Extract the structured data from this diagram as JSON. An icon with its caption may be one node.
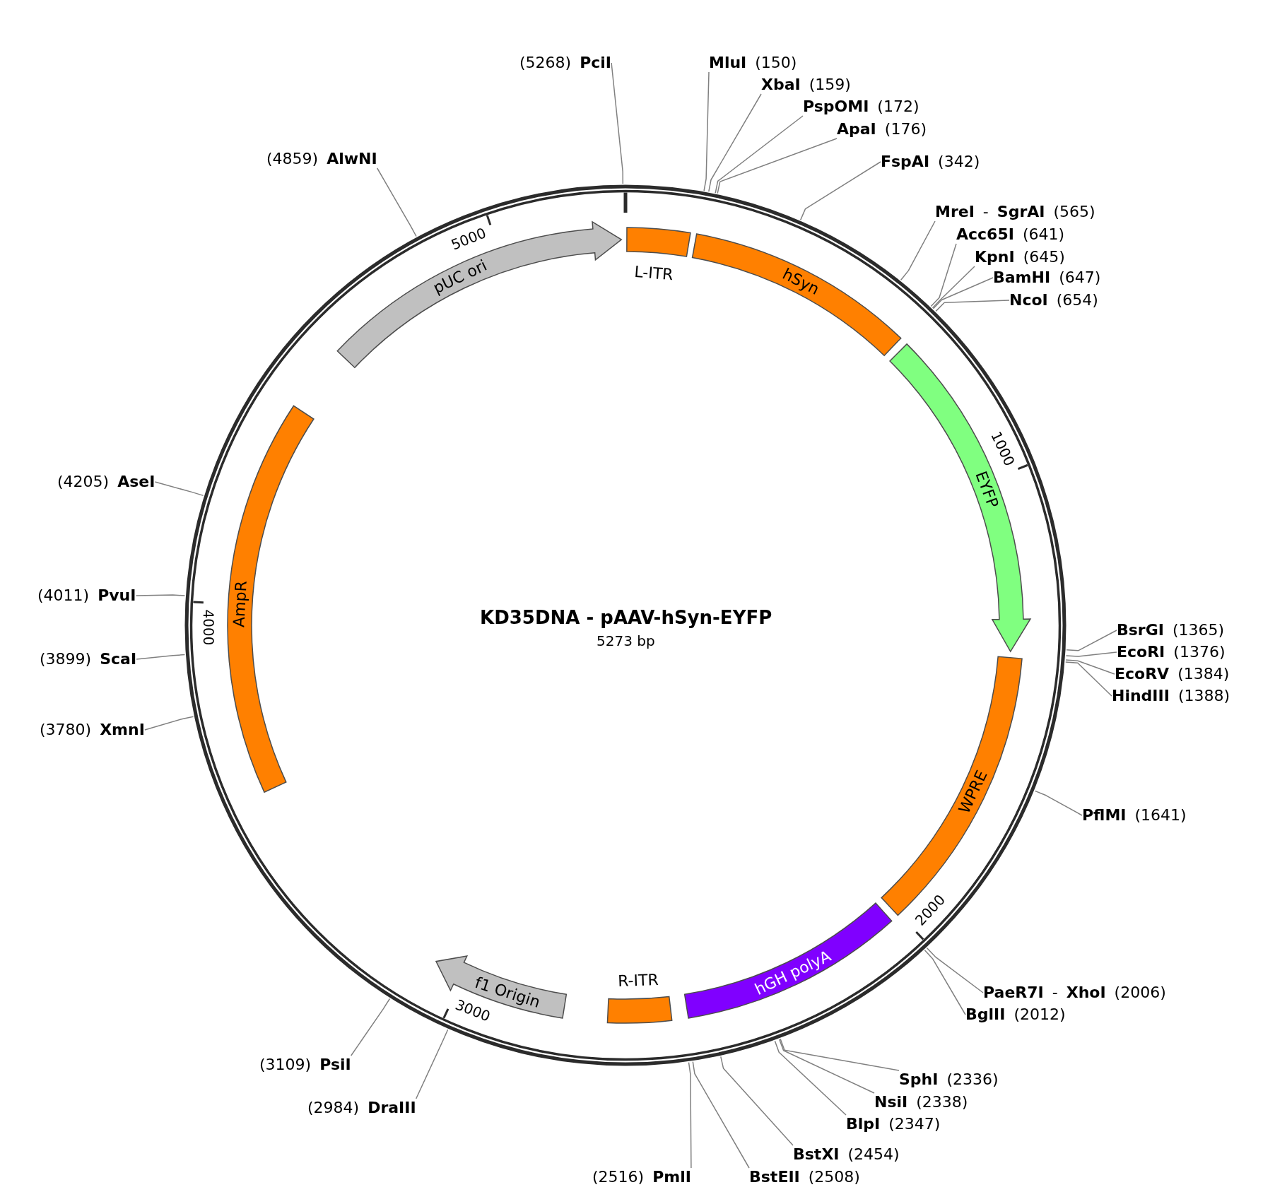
{
  "diagram": {
    "title": "KD35DNA - pAAV-hSyn-EYFP",
    "nodes": [
      {
        "text": [
          "L-ITR"
        ]
      },
      {
        "text": [
          "hSyn"
        ]
      },
      {
        "text": [
          "EYFP"
        ]
      },
      {
        "text": [
          "WPRE"
        ]
      },
      {
        "text": [
          "hGH polyA"
        ]
      },
      {
        "text": [
          "R-ITR"
        ]
      },
      {
        "text": [
          "f1 Origin"
        ]
      },
      {
        "text": [
          "AmpR"
        ]
      },
      {
        "text": [
          "pUC ori"
        ]
      },
      {
        "text": [
          "(5268) **PciI**"
        ]
      },
      {
        "text": [
          "**MluI** (150)"
        ]
      },
      {
        "text": [
          "**XbaI** (159)"
        ]
      },
      {
        "text": [
          "**PspOMI** (172)"
        ]
      },
      {
        "text": [
          "**ApaI** (176)"
        ]
      },
      {
        "text": [
          "**FspAI** (342)"
        ]
      },
      {
        "text": [
          "**MreI** - **SgrAI** (565)"
        ]
      },
      {
        "text": [
          "**Acc65I** (641)"
        ]
      },
      {
        "text": [
          "**KpnI** (645)"
        ]
      },
      {
        "text": [
          "**BamHI** (647)"
        ]
      },
      {
        "text": [
          "**NcoI** (654)"
        ]
      },
      {
        "text": [
          "**BsrGI** (1365)"
        ]
      },
      {
        "text": [
          "**EcoRI** (1376)"
        ]
      },
      {
        "text": [
          "**EcoRV** (1384)"
        ]
      },
      {
        "text": [
          "**HindIII** (1388)"
        ]
      },
      {
        "text": [
          "**PflMI** (1641)"
        ]
      },
      {
        "text": [
          "**PaeR7I** - **XhoI** (2006)"
        ]
      },
      {
        "text": [
          "**BglII** (2012)"
        ]
      },
      {
        "text": [
          "**SphI** (2336)"
        ]
      },
      {
        "text": [
          "**NsiI** (2338)"
        ]
      },
      {
        "text": [
          "**BlpI** (2347)"
        ]
      },
      {
        "text": [
          "**BstXI** (2454)"
        ]
      },
      {
        "text": [
          "**BstEII** (2508)"
        ]
      },
      {
        "text": [
          "(2516) **PmlI**"
        ]
      },
      {
        "text": [
          "(2984) **DraIII**"
        ]
      },
      {
        "text": [
          "(3109) **PsiI**"
        ]
      },
      {
        "text": [
          "(3780) **XmnI**"
        ]
      },
      {
        "text": [
          "(3899) **ScaI**"
        ]
      },
      {
        "text": [
          "(4011) **PvuI**"
        ]
      },
      {
        "text": [
          "(4205) **AseI**"
        ]
      },
      {
        "text": [
          "(4859) **AlwNI**"
        ]
      }
    ],
    "edges": [
      {
        "from": 9,
        "to": null,
        "arrow": "none"
      },
      {
        "from": 10,
        "to": null,
        "arrow": "none"
      },
      {
        "from": 11,
        "to": null,
        "arrow": "none"
      },
      {
        "from": 12,
        "to": null,
        "arrow": "none"
      },
      {
        "from": 13,
        "to": null,
        "arrow": "none"
      },
      {
        "from": 14,
        "to": null,
        "arrow": "none"
      },
      {
        "from": 15,
        "to": null,
        "arrow": "none"
      },
      {
        "from": 16,
        "to": null,
        "arrow": "none"
      },
      {
        "from": 17,
        "to": null,
        "arrow": "none"
      },
      {
        "from": 18,
        "to": null,
        "arrow": "none"
      },
      {
        "from": 19,
        "to": null,
        "arrow": "none"
      },
      {
        "from": 20,
        "to": null,
        "arrow": "none"
      },
      {
        "from": 21,
        "to": null,
        "arrow": "none"
      },
      {
        "from": 22,
        "to": null,
        "arrow": "none"
      },
      {
        "from": 23,
        "to": null,
        "arrow": "none"
      },
      {
        "from": 24,
        "to": null,
        "arrow": "none"
      },
      {
        "from": 25,
        "to": null,
        "arrow": "none"
      },
      {
        "from": 26,
        "to": null,
        "arrow": "none"
      },
      {
        "from": 27,
        "to": null,
        "arrow": "none"
      },
      {
        "from": 28,
        "to": null,
        "arrow": "none"
      },
      {
        "from": 29,
        "to": null,
        "arrow": "none"
      },
      {
        "from": 30,
        "to": null,
        "arrow": "none"
      },
      {
        "from": 31,
        "to": null,
        "arrow": "none"
      },
      {
        "from": 32,
        "to": null,
        "arrow": "none"
      },
      {
        "from": 33,
        "to": null,
        "arrow": "none"
      },
      {
        "from": 34,
        "to": null,
        "arrow": "none"
      },
      {
        "from": 35,
        "to": null,
        "arrow": "none"
      },
      {
        "from": 36,
        "to": null,
        "arrow": "none"
      },
      {
        "from": 37,
        "to": null,
        "arrow": "none"
      },
      {
        "from": 38,
        "to": null,
        "arrow": "none"
      },
      {
        "from": 39,
        "to": null,
        "arrow": "none"
      }
    ],
    "labels": [
      "5273 bp",
      "1000",
      "2000",
      "3000",
      "4000",
      "5000"
    ]
  }
}
